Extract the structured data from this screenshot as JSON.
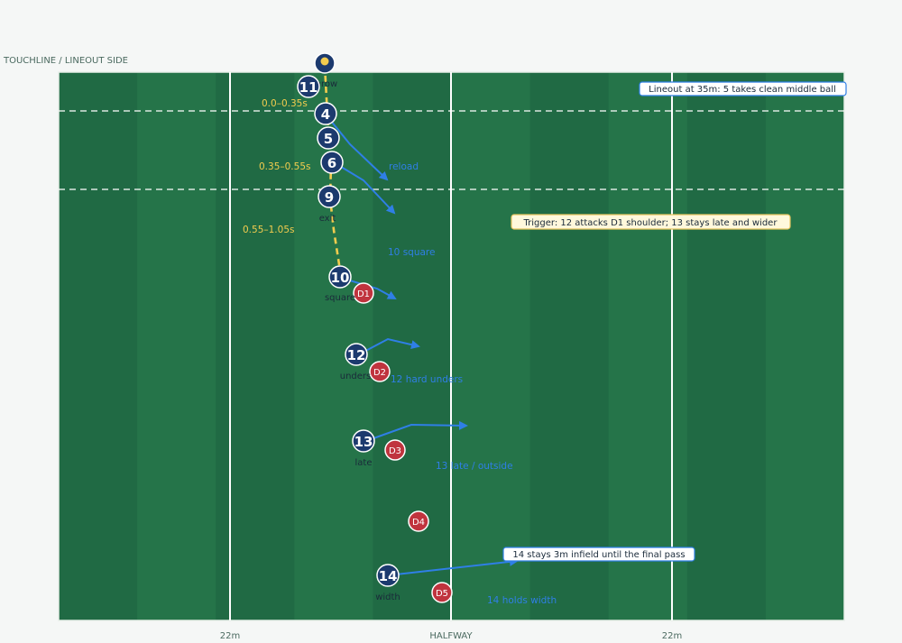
{
  "header": {
    "side_label": "TOUCHLINE / LINEOUT SIDE"
  },
  "axis": {
    "labels": [
      "22m",
      "HALFWAY",
      "22m"
    ]
  },
  "callouts": {
    "lineout": "Lineout at 35m: 5 takes clean middle ball",
    "trigger": "Trigger: 12 attacks D1 shoulder; 13 stays late and wider",
    "width": "14 stays 3m infield until the final pass"
  },
  "timings": [
    "0.0–0.35s",
    "0.35–0.55s",
    "0.55–1.05s"
  ],
  "run_labels": [
    "reload",
    "10 square",
    "12 hard unders",
    "13 late / outside",
    "14 holds width"
  ],
  "attackers": [
    {
      "number": "",
      "tag": "throw",
      "role": "thrower"
    },
    {
      "number": "11",
      "tag": ""
    },
    {
      "number": "4",
      "tag": ""
    },
    {
      "number": "5",
      "tag": ""
    },
    {
      "number": "6",
      "tag": ""
    },
    {
      "number": "9",
      "tag": "exit"
    },
    {
      "number": "10",
      "tag": "square"
    },
    {
      "number": "12",
      "tag": "unders"
    },
    {
      "number": "13",
      "tag": "late"
    },
    {
      "number": "14",
      "tag": "width"
    }
  ],
  "defenders": [
    "D1",
    "D2",
    "D3",
    "D4",
    "D5"
  ],
  "colors": {
    "pitch_dark": "#206a44",
    "pitch_light": "#257449",
    "attacker": "#1c3a6e",
    "defender": "#c0343e",
    "run_arrow": "#2f7fe6",
    "pass_line": "#f2cc4e",
    "run_label": "#2f7fe6",
    "timing_label": "#f2cc4e"
  }
}
